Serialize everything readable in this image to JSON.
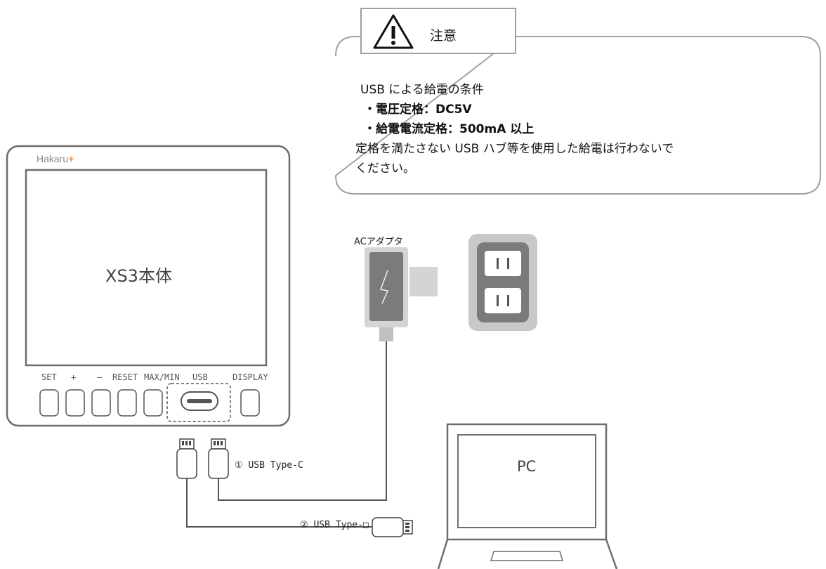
{
  "caution": {
    "title": "注意",
    "line1": "USB による給電の条件",
    "line2": "・電圧定格：DC5V",
    "line3": "・給電電流定格：500mA 以上",
    "line4": "定格を満たさない USB ハブ等を使用した給電は行わないで",
    "line5": "ください。"
  },
  "device": {
    "brand": "Hakaru",
    "brand_plus": "+",
    "name": "XS3本体",
    "buttons": [
      "SET",
      "+",
      "—",
      "RESET",
      "MAX/MIN",
      "USB",
      "DISPLAY"
    ]
  },
  "adapter": {
    "label": "ACアダプタ"
  },
  "cables": {
    "type_c": "① USB Type-C",
    "type_other": "② USB Type-□"
  },
  "pc": {
    "label": "PC"
  },
  "colors": {
    "outline": "#6e6e6e",
    "adapter_body": "#7b7b7b",
    "adapter_frame": "#d4d4d4",
    "outlet_bg": "#c8c8c8",
    "outlet_panel": "#7b7b7b",
    "brand_accent": "#f0961e"
  }
}
